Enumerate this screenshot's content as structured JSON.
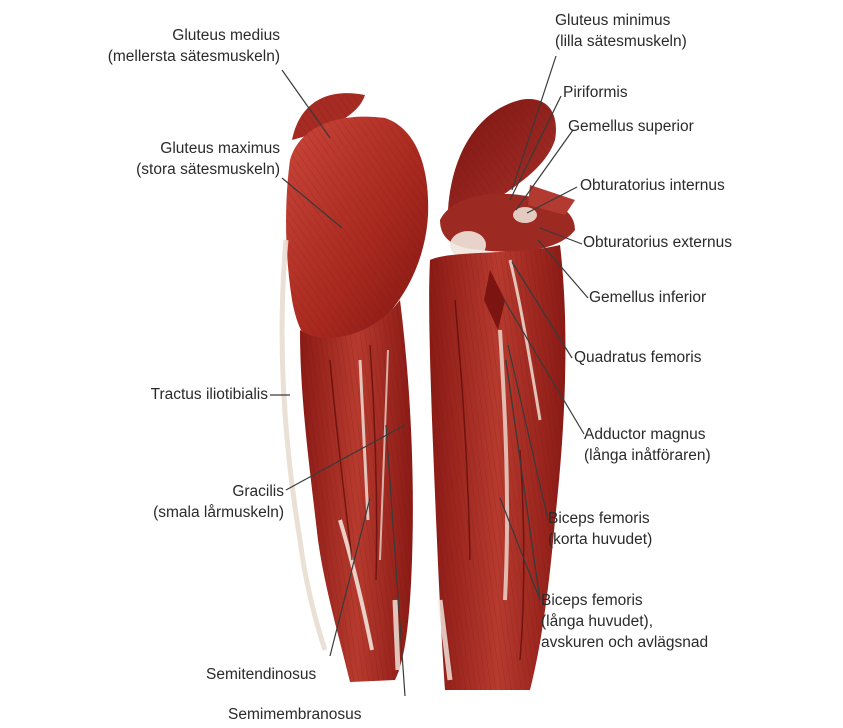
{
  "labels": {
    "gluteus_medius": [
      "Gluteus medius",
      "(mellersta sätesmuskeln)"
    ],
    "gluteus_maximus": [
      "Gluteus maximus",
      "(stora sätesmuskeln)"
    ],
    "tractus_iliotibialis": [
      "Tractus iliotibialis"
    ],
    "gracilis": [
      "Gracilis",
      "(smala lårmuskeln)"
    ],
    "semitendinosus": [
      "Semitendinosus"
    ],
    "semimembranosus": [
      "Semimembranosus"
    ],
    "gluteus_minimus": [
      "Gluteus minimus",
      "(lilla sätesmuskeln)"
    ],
    "piriformis": [
      "Piriformis"
    ],
    "gemellus_superior": [
      "Gemellus superior"
    ],
    "obturatorius_internus": [
      "Obturatorius internus"
    ],
    "obturatorius_externus": [
      "Obturatorius externus"
    ],
    "gemellus_inferior": [
      "Gemellus inferior"
    ],
    "quadratus_femoris": [
      "Quadratus femoris"
    ],
    "adductor_magnus": [
      "Adductor magnus",
      "(långa inåtföraren)"
    ],
    "biceps_femoris_short": [
      "Biceps femoris",
      "(korta huvudet)"
    ],
    "biceps_femoris_long": [
      "Biceps femoris",
      "(långa huvudet),",
      "avskuren och avlägsnad"
    ]
  },
  "colors": {
    "muscle_dark": "#8e1b17",
    "muscle_mid": "#b8352a",
    "muscle_light": "#d9685a",
    "tendon": "#efe6dc",
    "leader_line": "#3a3a3a",
    "text": "#2a2a2a"
  }
}
